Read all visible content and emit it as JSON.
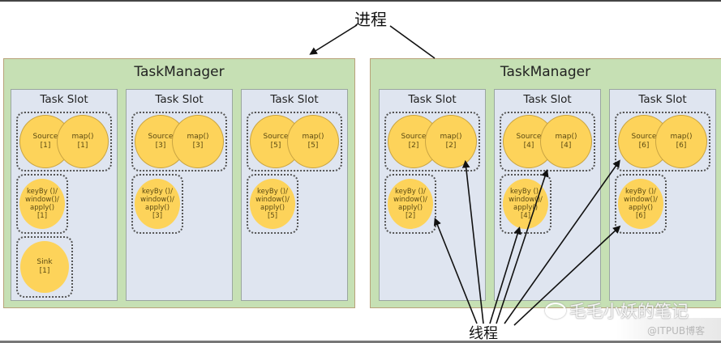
{
  "labels": {
    "process": "进程",
    "thread": "线程"
  },
  "colors": {
    "taskmanager_bg": "#c6e0b4",
    "slot_bg": "#dfe5f0",
    "operator_fill": "#fdd35a",
    "arrow": "#111111"
  },
  "taskmanagers": [
    {
      "title": "TaskManager",
      "slots": [
        {
          "title": "Task Slot",
          "source": "Source\n[1]",
          "map": "map()\n[1]",
          "keyby": "keyBy ()/\nwindow()/\napply()\n[1]",
          "sink": "Sink\n[1]"
        },
        {
          "title": "Task Slot",
          "source": "Source\n[3]",
          "map": "map()\n[3]",
          "keyby": "keyBy ()/\nwindow()/\napply()\n[3]"
        },
        {
          "title": "Task Slot",
          "source": "Source\n[5]",
          "map": "map()\n[5]",
          "keyby": "keyBy ()/\nwindow()/\napply()\n[5]"
        }
      ]
    },
    {
      "title": "TaskManager",
      "slots": [
        {
          "title": "Task Slot",
          "source": "Source\n[2]",
          "map": "map()\n[2]",
          "keyby": "keyBy ()/\nwindow()/\napply()\n[2]"
        },
        {
          "title": "Task Slot",
          "source": "Source\n[4]",
          "map": "map()\n[4]",
          "keyby": "keyBy ()/\nwindow()/\napply()\n[4]"
        },
        {
          "title": "Task Slot",
          "source": "Source\n[6]",
          "map": "map()\n[6]",
          "keyby": "keyBy ()/\nwindow()/\napply()\n[6]"
        }
      ]
    }
  ],
  "watermark": {
    "account": "毛毛小妖的笔记",
    "site": "@ITPUB博客"
  }
}
